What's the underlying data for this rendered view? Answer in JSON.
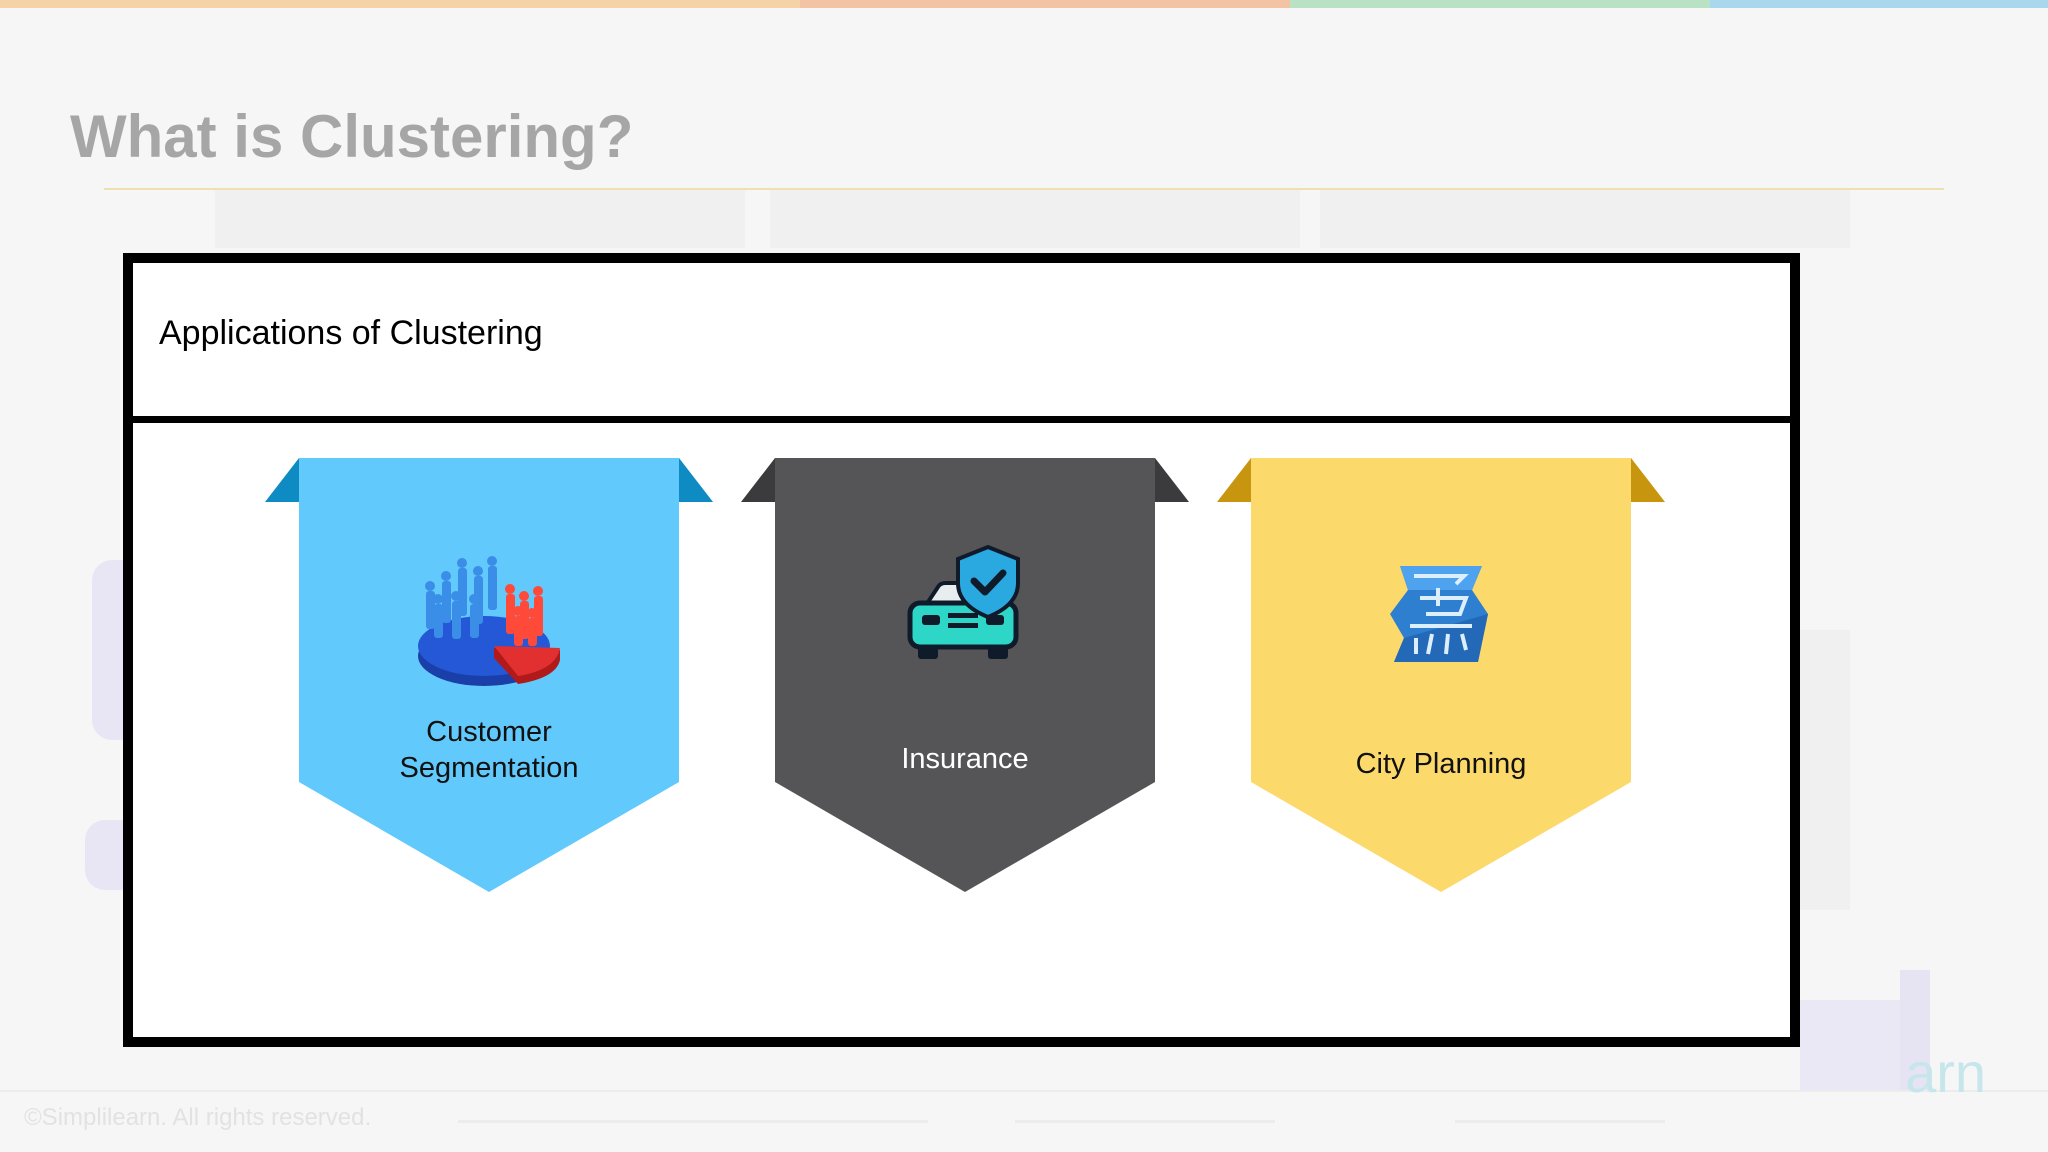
{
  "slide": {
    "title": "What is Clustering?",
    "watermark": "©Simplilearn. All rights reserved.",
    "brand_fragment": "arn"
  },
  "panel": {
    "heading": "Applications of Clustering"
  },
  "cards": [
    {
      "label": "Customer Segmentation",
      "line1": "Customer",
      "line2": "Segmentation",
      "icon": "people-pie-chart-icon",
      "color": "#61c9fb",
      "tab_color": "#0e8bc2",
      "text_color": "#111111"
    },
    {
      "label": "Insurance",
      "icon": "car-shield-icon",
      "color": "#555557",
      "tab_color": "#3b3b3d",
      "text_color": "#ffffff"
    },
    {
      "label": "City Planning",
      "icon": "city-map-icon",
      "color": "#fcd96b",
      "tab_color": "#c8950e",
      "text_color": "#111111"
    }
  ],
  "theme": {
    "topbar": [
      "#f6d3a6",
      "#f2c4a3",
      "#b9e1c4",
      "#a9d7ee"
    ]
  }
}
